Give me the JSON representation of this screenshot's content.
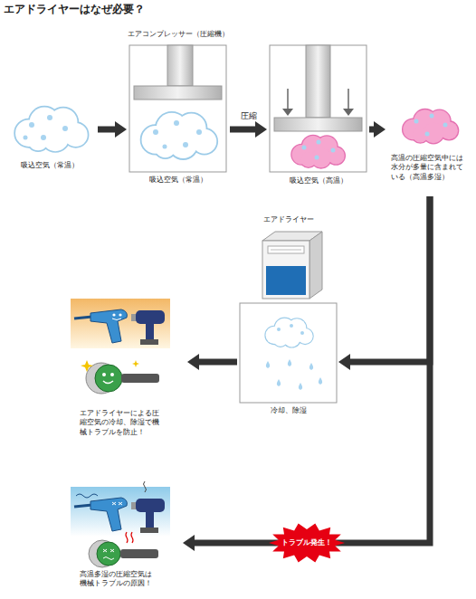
{
  "diagram": {
    "title": "エアドライヤーはなぜ必要？",
    "nodes": [
      {
        "text": [
          "吸込空気（常温）"
        ]
      },
      {
        "text": [
          "エアコンプレッサー（圧縮機）",
          "吸込空気（常温）"
        ]
      },
      {
        "text": [
          "吸込空気（高温）"
        ]
      },
      {
        "text": [
          "高温の圧縮空気中には水分が多量に含まれている（高温多湿）"
        ]
      },
      {
        "text": [
          "エアドライヤー",
          "冷却、除湿"
        ]
      },
      {
        "text": [
          "エアドライヤーによる圧縮空気の冷却、除湿で機械トラブルを防止！"
        ]
      },
      {
        "text": [
          "高温多湿の圧縮空気は機械トラブルの原因！"
        ]
      }
    ],
    "edges": [
      {
        "from": 0,
        "to": 1,
        "arrow": "to"
      },
      {
        "from": 1,
        "to": 2,
        "label": "圧縮",
        "arrow": "to"
      },
      {
        "from": 2,
        "to": 3,
        "arrow": "to"
      },
      {
        "from": 3,
        "to": 4,
        "arrow": "to"
      },
      {
        "from": 4,
        "to": 5,
        "arrow": "to"
      },
      {
        "from": 3,
        "to": 6,
        "label": "トラブル発生！",
        "arrow": "to"
      }
    ]
  }
}
